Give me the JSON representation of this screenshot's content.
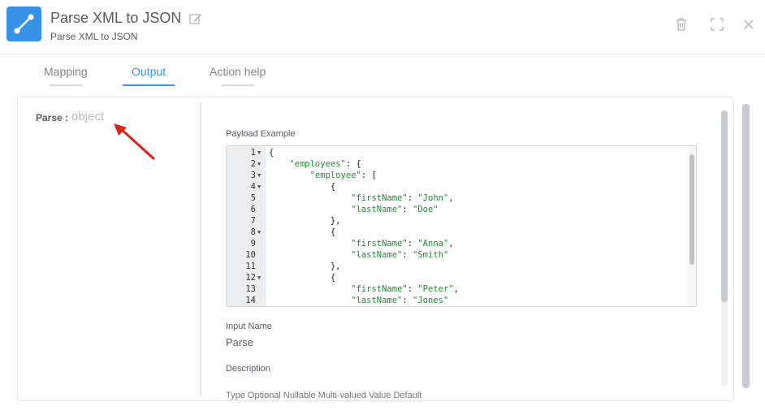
{
  "header": {
    "title": "Parse XML to JSON",
    "subtitle": "Parse XML to JSON",
    "accent": "#3a91e8",
    "icons": [
      "workflow-icon",
      "edit-icon",
      "trash-icon",
      "expand-icon",
      "close-icon"
    ]
  },
  "tabs": [
    {
      "label": "Mapping",
      "active": false
    },
    {
      "label": "Output",
      "active": true
    },
    {
      "label": "Action help",
      "active": false
    }
  ],
  "left": {
    "param_name": "Parse :",
    "param_type": "object"
  },
  "right": {
    "payload_label": "Payload Example",
    "input_name_label": "Input Name",
    "input_name_value": "Parse",
    "description_label": "Description",
    "cut_off_text": "Type                Optional          Nullable          Multi-valued         Value Default"
  },
  "editor": {
    "lines": [
      {
        "n": "1",
        "fold": true,
        "text": "{"
      },
      {
        "n": "2",
        "fold": true,
        "text": "    \"employees\": {"
      },
      {
        "n": "3",
        "fold": true,
        "text": "        \"employee\": ["
      },
      {
        "n": "4",
        "fold": true,
        "text": "            {"
      },
      {
        "n": "5",
        "fold": false,
        "text": "                \"firstName\": \"John\","
      },
      {
        "n": "6",
        "fold": false,
        "text": "                \"lastName\": \"Doe\""
      },
      {
        "n": "7",
        "fold": false,
        "text": "            },"
      },
      {
        "n": "8",
        "fold": true,
        "text": "            {"
      },
      {
        "n": "9",
        "fold": false,
        "text": "                \"firstName\": \"Anna\","
      },
      {
        "n": "10",
        "fold": false,
        "text": "                \"lastName\": \"Smith\""
      },
      {
        "n": "11",
        "fold": false,
        "text": "            },"
      },
      {
        "n": "12",
        "fold": true,
        "text": "            {"
      },
      {
        "n": "13",
        "fold": false,
        "text": "                \"firstName\": \"Peter\","
      },
      {
        "n": "14",
        "fold": false,
        "text": "                \"lastName\": \"Jones\""
      }
    ]
  }
}
